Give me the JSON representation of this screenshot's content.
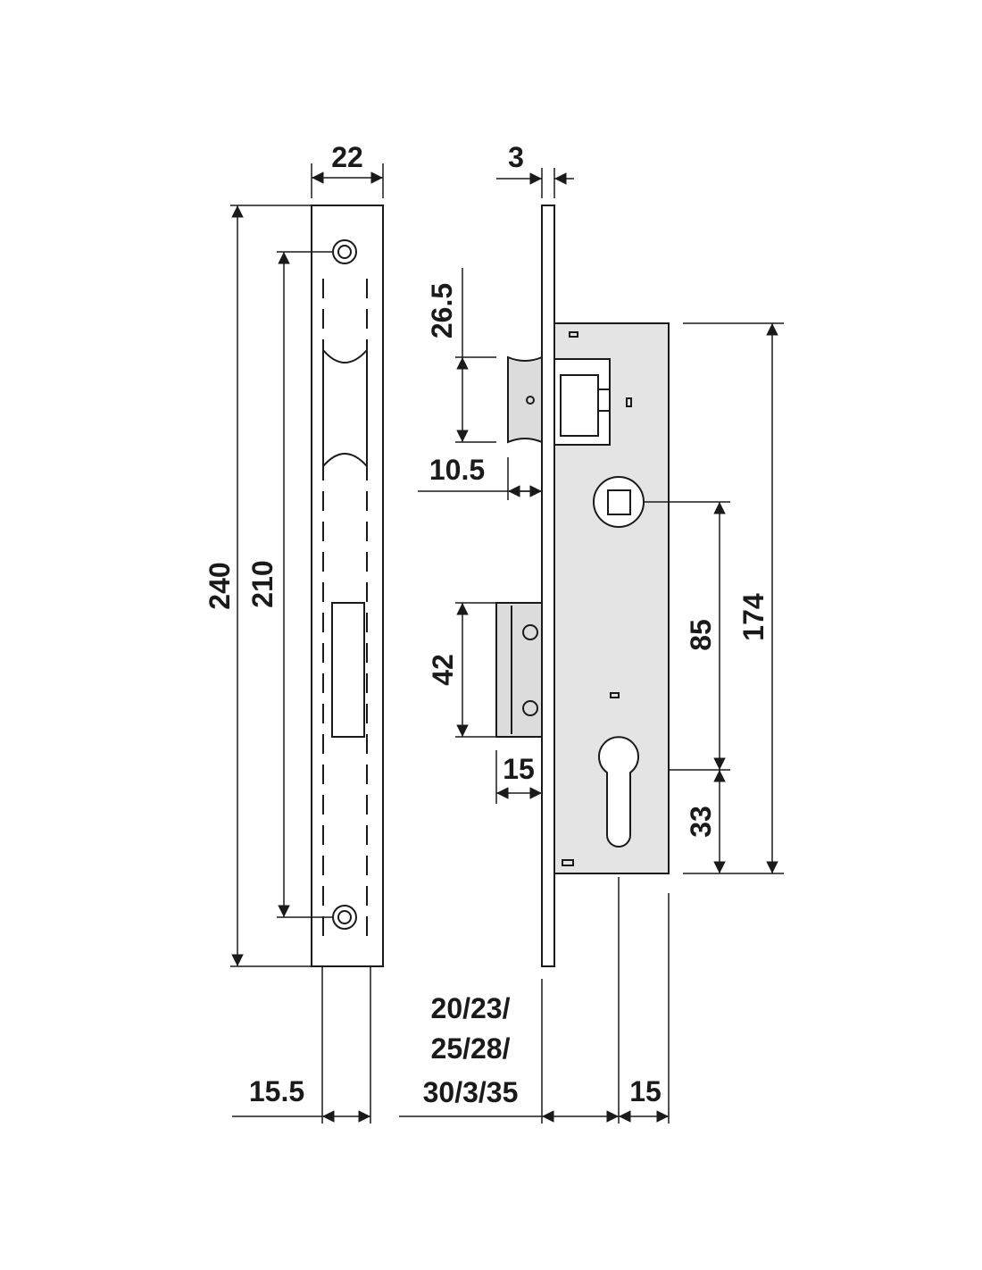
{
  "dimensions": {
    "faceplate_width": "22",
    "faceplate_thickness": "3",
    "faceplate_height": "240",
    "screw_spacing": "210",
    "latch_height": "26.5",
    "latch_projection": "10.5",
    "bolt_height": "42",
    "bolt_projection": "15",
    "spindle_to_cylinder": "85",
    "case_height": "174",
    "cylinder_to_bottom": "33",
    "faceplate_offset": "15.5",
    "backset_line1": "20/23/",
    "backset_line2": "25/28/",
    "backset_line3": "30/3/35",
    "case_edge_offset": "15"
  }
}
